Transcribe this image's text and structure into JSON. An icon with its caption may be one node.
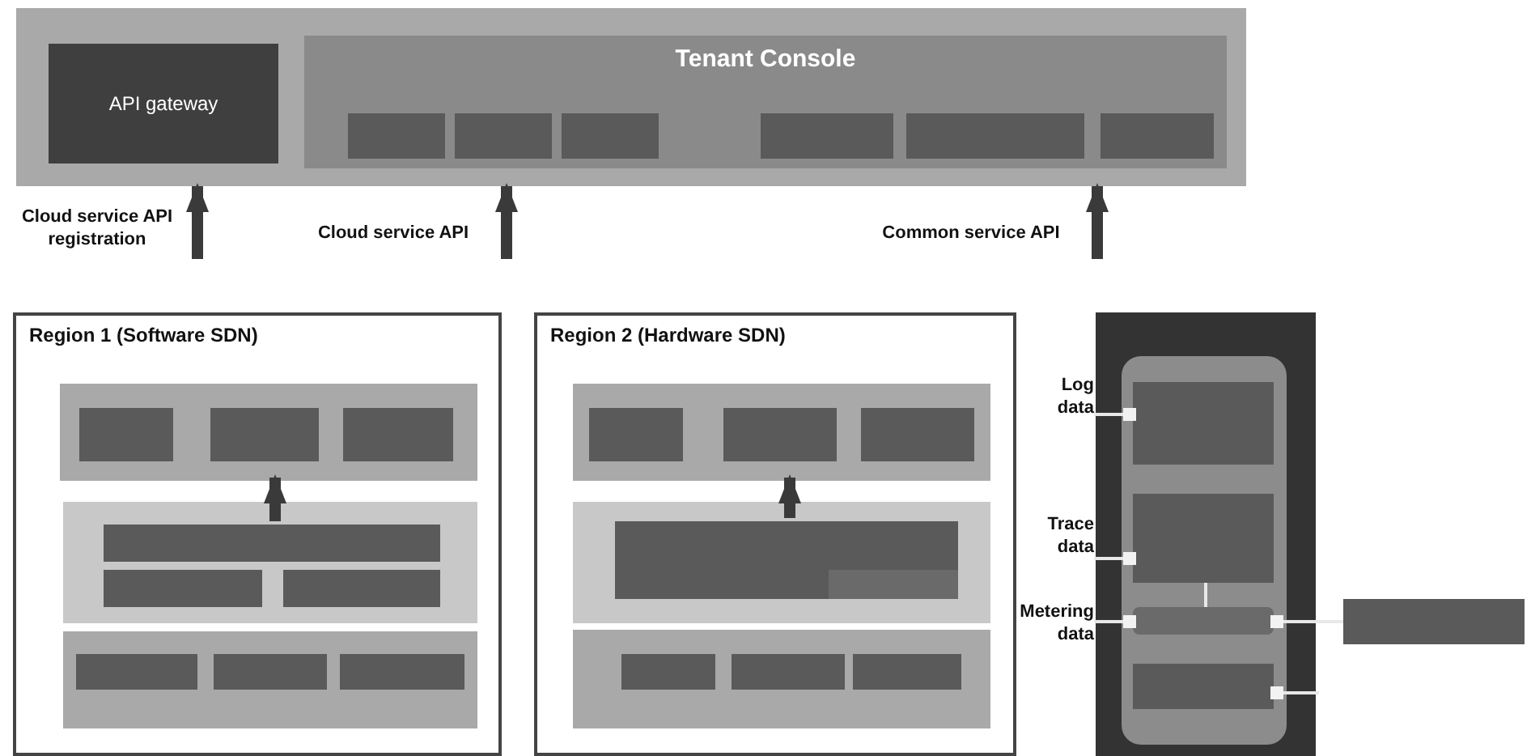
{
  "diagram": {
    "nodes": [
      {
        "text": [],
        "shape": "box"
      },
      {
        "text": [
          "API gateway"
        ],
        "in": 0
      },
      {
        "text": [
          "Tenant Console"
        ],
        "in": 0
      },
      {
        "text": [],
        "shape": "box",
        "in": 2
      },
      {
        "text": [],
        "shape": "box",
        "in": 2
      },
      {
        "text": [],
        "shape": "box",
        "in": 2
      },
      {
        "text": [],
        "shape": "box",
        "in": 2
      },
      {
        "text": [],
        "shape": "box",
        "in": 2
      },
      {
        "text": [],
        "shape": "box",
        "in": 2
      },
      {
        "text": [
          "Region 1 (Software SDN)"
        ]
      },
      {
        "text": [],
        "shape": "box",
        "in": 9
      },
      {
        "text": [],
        "shape": "box",
        "in": 10
      },
      {
        "text": [],
        "shape": "box",
        "in": 10
      },
      {
        "text": [],
        "shape": "box",
        "in": 10
      },
      {
        "text": [],
        "shape": "box",
        "in": 9
      },
      {
        "text": [],
        "shape": "box",
        "in": 14
      },
      {
        "text": [],
        "shape": "box",
        "in": 14
      },
      {
        "text": [],
        "shape": "box",
        "in": 14
      },
      {
        "text": [],
        "shape": "box",
        "in": 9
      },
      {
        "text": [],
        "shape": "box",
        "in": 18
      },
      {
        "text": [],
        "shape": "box",
        "in": 18
      },
      {
        "text": [],
        "shape": "box",
        "in": 18
      },
      {
        "text": [
          "Region 2 (Hardware SDN)"
        ]
      },
      {
        "text": [],
        "shape": "box",
        "in": 22
      },
      {
        "text": [],
        "shape": "box",
        "in": 23
      },
      {
        "text": [],
        "shape": "box",
        "in": 23
      },
      {
        "text": [],
        "shape": "box",
        "in": 23
      },
      {
        "text": [],
        "shape": "box",
        "in": 22
      },
      {
        "text": [],
        "shape": "box",
        "in": 27
      },
      {
        "text": [],
        "shape": "box",
        "in": 28
      },
      {
        "text": [],
        "shape": "box",
        "in": 22
      },
      {
        "text": [],
        "shape": "box",
        "in": 30
      },
      {
        "text": [],
        "shape": "box",
        "in": 30
      },
      {
        "text": [],
        "shape": "box",
        "in": 30
      },
      {
        "text": [],
        "shape": "box"
      },
      {
        "text": [],
        "shape": "box",
        "in": 34
      },
      {
        "text": [],
        "shape": "box",
        "in": 35
      },
      {
        "text": [],
        "shape": "box",
        "in": 35
      },
      {
        "text": [],
        "shape": "bar",
        "in": 35
      },
      {
        "text": [],
        "shape": "box",
        "in": 35
      },
      {
        "text": [
          "Log data"
        ]
      },
      {
        "text": [
          "Trace data"
        ]
      },
      {
        "text": [
          "Metering data"
        ]
      },
      {
        "text": [],
        "shape": "box"
      }
    ],
    "edges": [
      {
        "from": null,
        "to": 0,
        "arrow": "to",
        "label": "Cloud service API registration",
        "style": "thick",
        "color": "#3a3a3a"
      },
      {
        "from": null,
        "to": 0,
        "arrow": "to",
        "label": "Cloud service API",
        "style": "thick",
        "color": "#3a3a3a"
      },
      {
        "from": null,
        "to": 0,
        "arrow": "to",
        "label": "Common service API",
        "style": "thick",
        "color": "#3a3a3a"
      },
      {
        "from": 15,
        "to": 10,
        "arrow": "to",
        "style": "thick",
        "color": "#3a3a3a"
      },
      {
        "from": 28,
        "to": 23,
        "arrow": "to",
        "style": "thick",
        "color": "#3a3a3a"
      },
      {
        "from": 40,
        "to": 36,
        "arrow": "other"
      },
      {
        "from": 41,
        "to": 37,
        "arrow": "other"
      },
      {
        "from": 42,
        "to": 38,
        "arrow": "other"
      },
      {
        "from": 37,
        "to": 38,
        "arrow": "none"
      },
      {
        "from": 43,
        "to": 38,
        "arrow": "other"
      },
      {
        "from": null,
        "to": 39,
        "arrow": "other"
      }
    ]
  }
}
